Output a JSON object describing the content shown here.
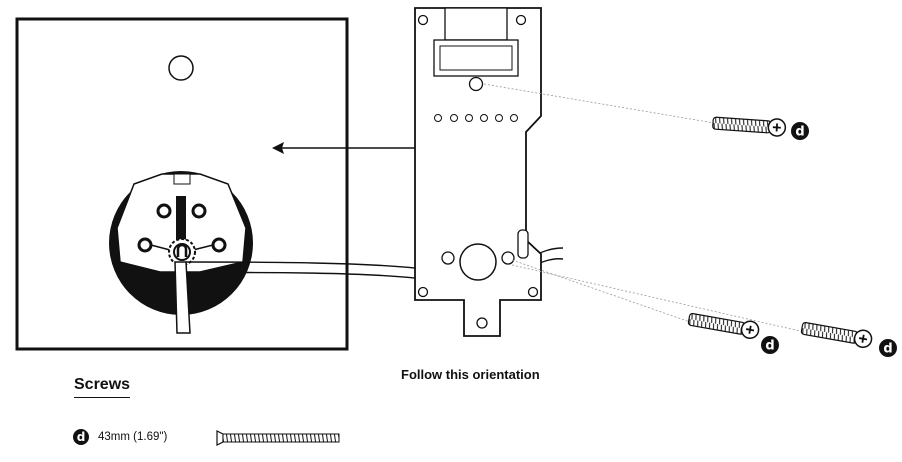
{
  "caption": "Follow this orientation",
  "screws_section": {
    "title": "Screws",
    "items": [
      {
        "badge": "d",
        "size": "43mm (1.69\")"
      }
    ]
  },
  "callouts": [
    "d",
    "d",
    "d"
  ],
  "colors": {
    "line": "#111111",
    "fill": "#111111",
    "background": "#ffffff"
  }
}
